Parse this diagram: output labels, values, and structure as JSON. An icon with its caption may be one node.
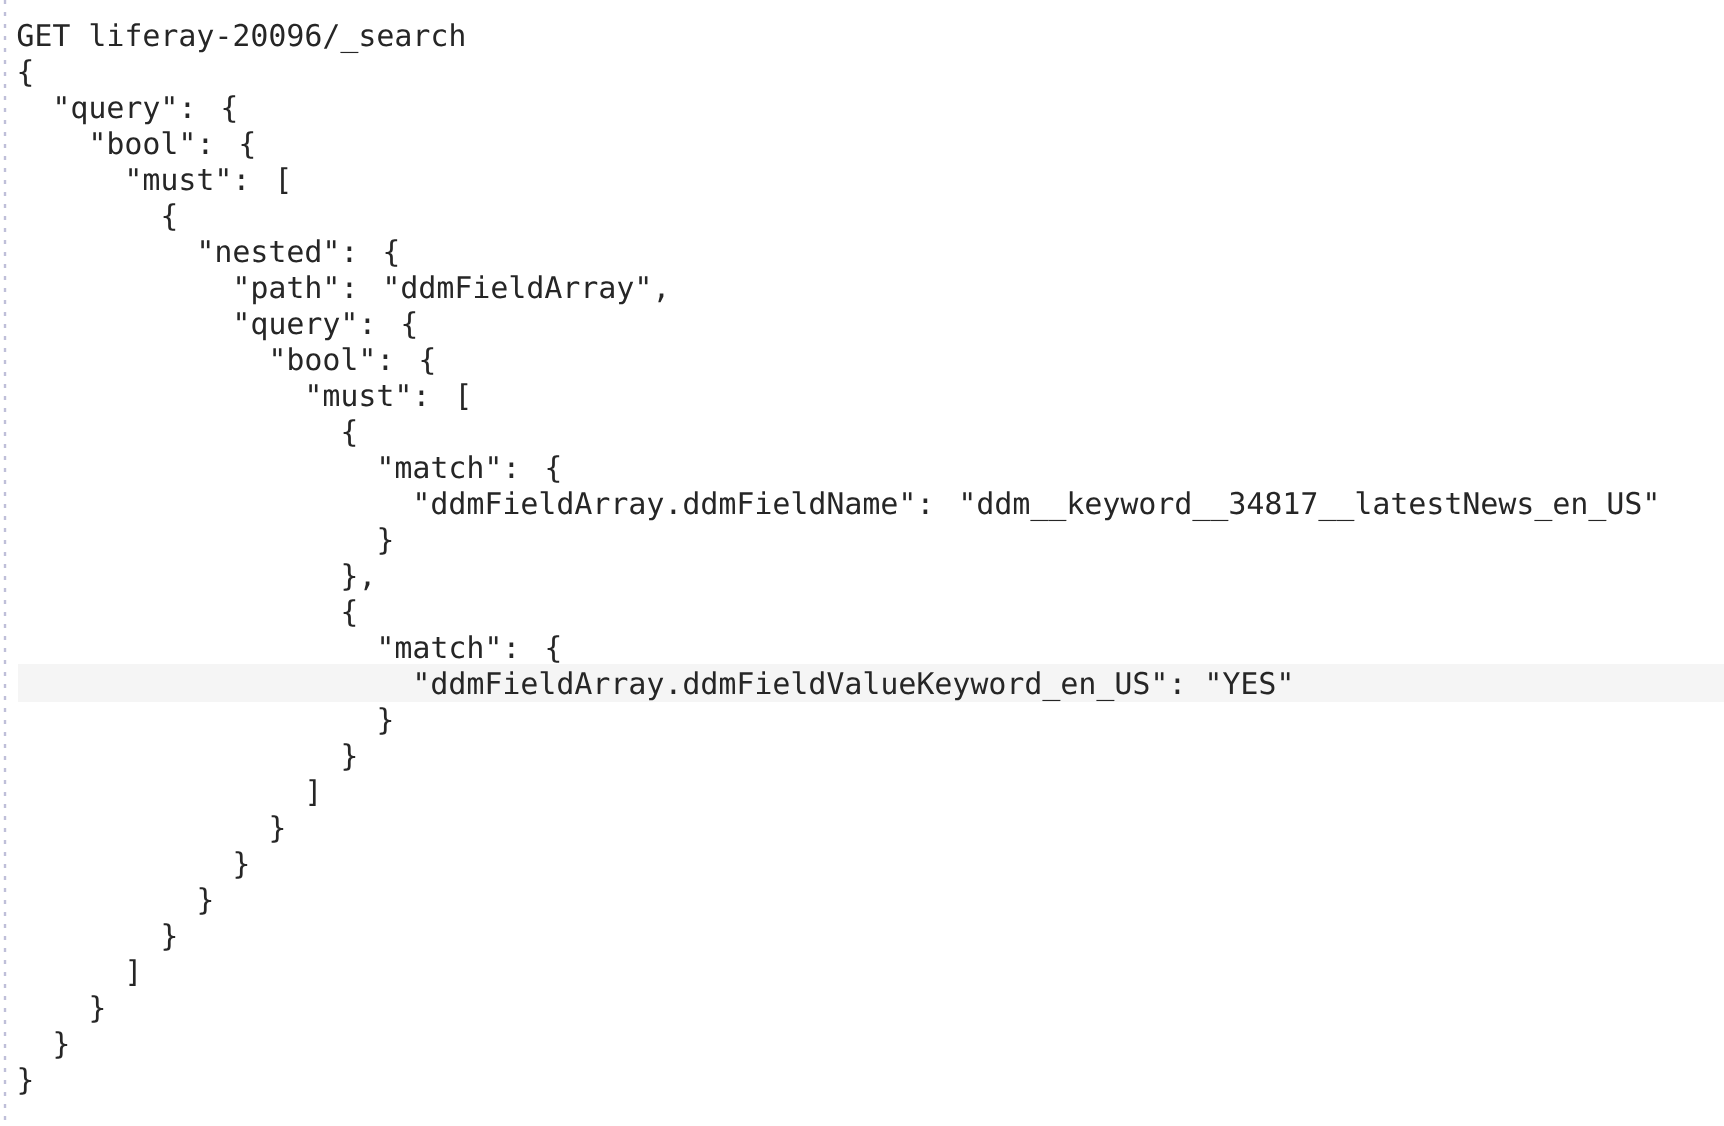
{
  "diagram": {
    "labels": [
      "GET liferay-20096/_search",
      "{",
      "\"query\": {",
      "\"bool\": {",
      "\"must\": [",
      "{",
      "\"nested\": {",
      "\"path\": \"ddmFieldArray\",",
      "\"query\": {",
      "\"bool\": {",
      "\"must\": [",
      "{",
      "\"match\": {",
      "\"ddmFieldArray.ddmFieldName\": \"ddm__keyword__34817__latestNews_en_US\"",
      "}",
      "},",
      "{",
      "\"match\": {",
      "\"ddmFieldArray.ddmFieldValueKeyword_en_US\": \"YES\"",
      "}",
      "}",
      "]",
      "}",
      "}",
      "}",
      "}",
      "]",
      "}",
      "}",
      "}"
    ]
  }
}
